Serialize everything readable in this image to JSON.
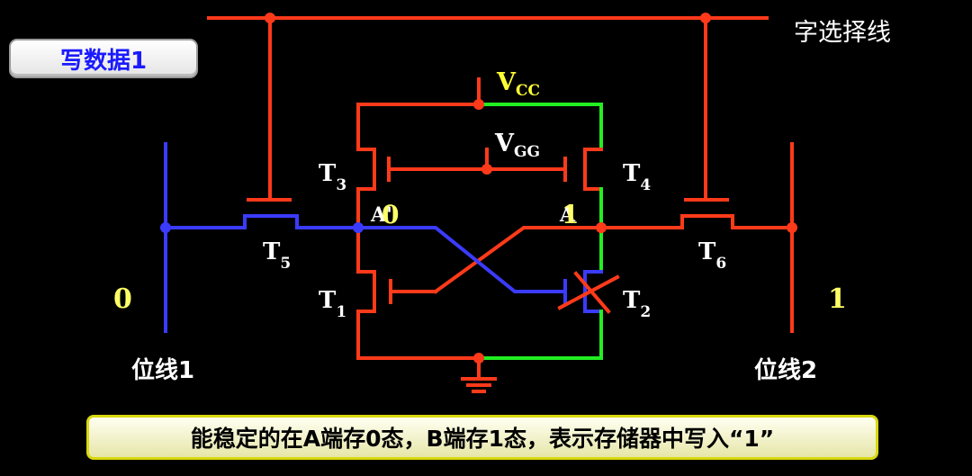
{
  "slide": {
    "title": "写数据1",
    "caption": "能稳定的在A端存0态，B端存1态，表示存储器中写入“1”"
  },
  "labels": {
    "word_line": "字选择线",
    "bit_line_1": "位线1",
    "bit_line_2": "位线2",
    "bit_value_left": "0",
    "bit_value_right": "1",
    "vcc_main": "V",
    "vcc_sub": "CC",
    "vgg_main": "V",
    "vgg_sub": "GG",
    "t1_main": "T",
    "t1_sub": "1",
    "t2_main": "T",
    "t2_sub": "2",
    "t3_main": "T",
    "t3_sub": "3",
    "t4_main": "T",
    "t4_sub": "4",
    "t5_main": "T",
    "t5_sub": "5",
    "t6_main": "T",
    "t6_sub": "6",
    "node_a_prime": "A'",
    "node_a": "A",
    "node_a_prime_state": "0",
    "node_a_state": "1"
  },
  "colors": {
    "background": "#000000",
    "red_wire": "#ff3a1a",
    "blue_wire": "#3b3bff",
    "green_wire": "#22ee22",
    "state_yellow": "#ffff66",
    "text_white": "#ffffff"
  }
}
